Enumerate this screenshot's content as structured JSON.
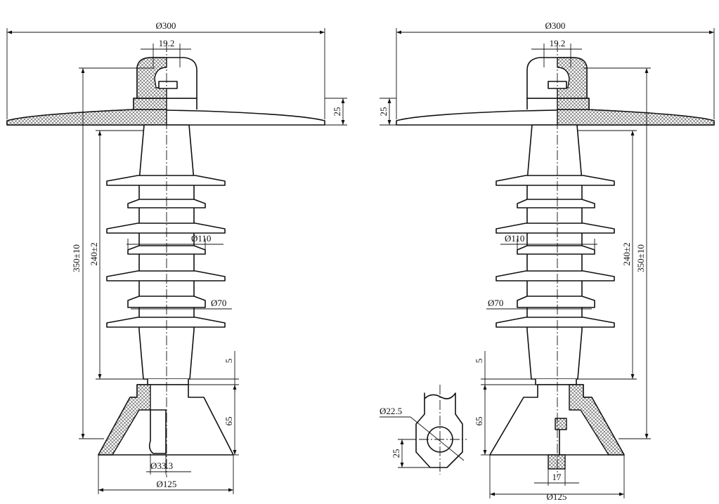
{
  "dimensions": {
    "left": {
      "top_diameter": "Ø300",
      "pin_width": "19.2",
      "shed_thickness": "25",
      "overall_height": "350±10",
      "arc_distance": "240±2",
      "large_shed_diameter": "Ø110",
      "small_shed_diameter": "Ø70",
      "gap": "5",
      "base_height": "65",
      "bore_diameter": "Ø33.3",
      "base_diameter": "Ø125"
    },
    "right": {
      "top_diameter": "Ø300",
      "pin_width": "19.2",
      "shed_thickness": "25",
      "overall_height": "350±10",
      "arc_distance": "240±2",
      "large_shed_diameter": "Ø110",
      "small_shed_diameter": "Ø70",
      "gap": "5",
      "base_height": "65",
      "tongue_width": "17",
      "base_diameter": "Ø125"
    },
    "detail": {
      "hole_diameter": "Ø22.5",
      "edge_offset": "25"
    }
  }
}
